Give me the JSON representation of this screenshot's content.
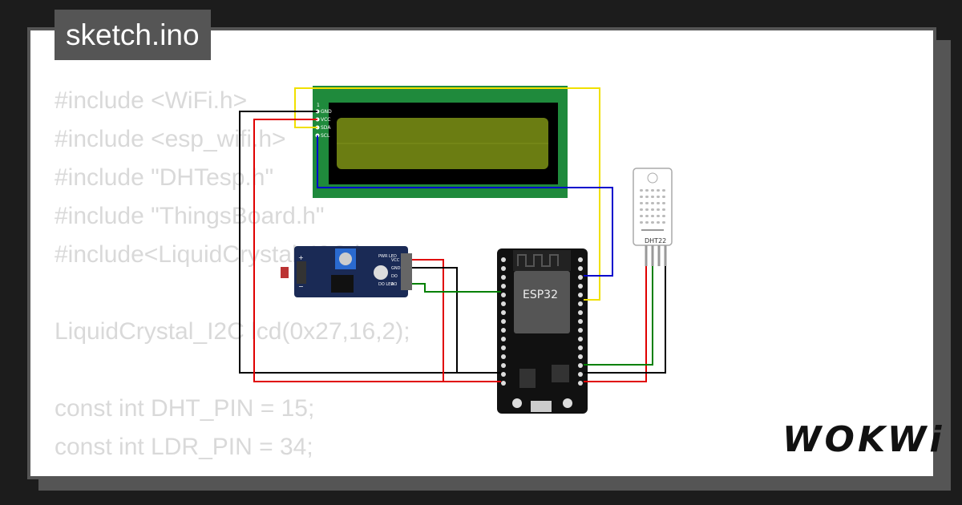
{
  "title": "sketch.ino",
  "code_lines": [
    "#include <WiFi.h>",
    "#include <esp_wifi.h>",
    "#include \"DHTesp.h\"",
    "#include \"ThingsBoard.h\"",
    "#include<LiquidCrystal_I2C.h>",
    "",
    "LiquidCrystal_I2C lcd(0x27,16,2);",
    "",
    "const int DHT_PIN = 15;",
    "const int LDR_PIN = 34;"
  ],
  "lcd": {
    "pins": [
      "GND",
      "VCC",
      "SDA",
      "SCL"
    ],
    "pin1_label": "1"
  },
  "ldr": {
    "pins": [
      "VCC",
      "GND",
      "DO",
      "AO"
    ],
    "pwr_label": "PWR LED",
    "do_label": "DO LED",
    "plus": "+",
    "minus": "−"
  },
  "esp32": {
    "label": "ESP32"
  },
  "dht": {
    "label": "DHT22"
  },
  "logo": "WOKWi",
  "colors": {
    "gnd": "#000000",
    "vcc": "#e00000",
    "sda": "#f0e000",
    "scl": "#0000cc",
    "signal": "#008000",
    "lcd_board": "#1f8a3c",
    "lcd_screen": "#6b7d12"
  }
}
